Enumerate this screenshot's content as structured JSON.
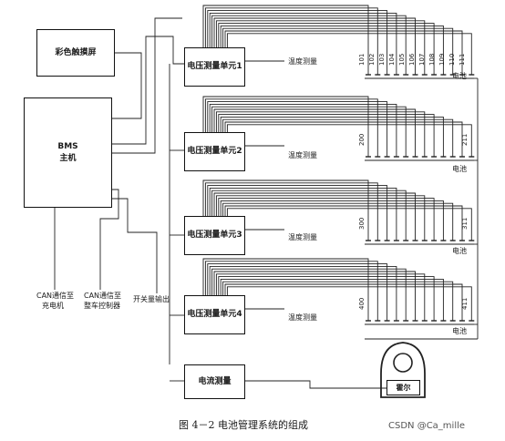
{
  "blocks": {
    "touch_screen": "彩色触摸屏",
    "bms_host_line1": "BMS",
    "bms_host_line2": "主机",
    "voltage_unit_1": "电压测量单元1",
    "voltage_unit_2": "电压测量单元2",
    "voltage_unit_3": "电压测量单元3",
    "voltage_unit_4": "电压测量单元4",
    "current_meas": "电流测量",
    "hall": "霍尔"
  },
  "labels": {
    "temp": "温度测量",
    "battery": "电池",
    "can_charger_line1": "CAN通信至",
    "can_charger_line2": "充电机",
    "can_vehicle_line1": "CAN通信至",
    "can_vehicle_line2": "整车控制器",
    "switch_out": "开关量输出"
  },
  "cell_numbers_group1": [
    "101",
    "102",
    "103",
    "104",
    "105",
    "106",
    "107",
    "108",
    "109",
    "110",
    "111"
  ],
  "cell_numbers_group2": [
    "200",
    "211"
  ],
  "cell_numbers_group3": [
    "300",
    "311"
  ],
  "cell_numbers_group4": [
    "400",
    "411"
  ],
  "caption": "图 4－2   电池管理系统的组成",
  "watermark": "CSDN @Ca_mille"
}
